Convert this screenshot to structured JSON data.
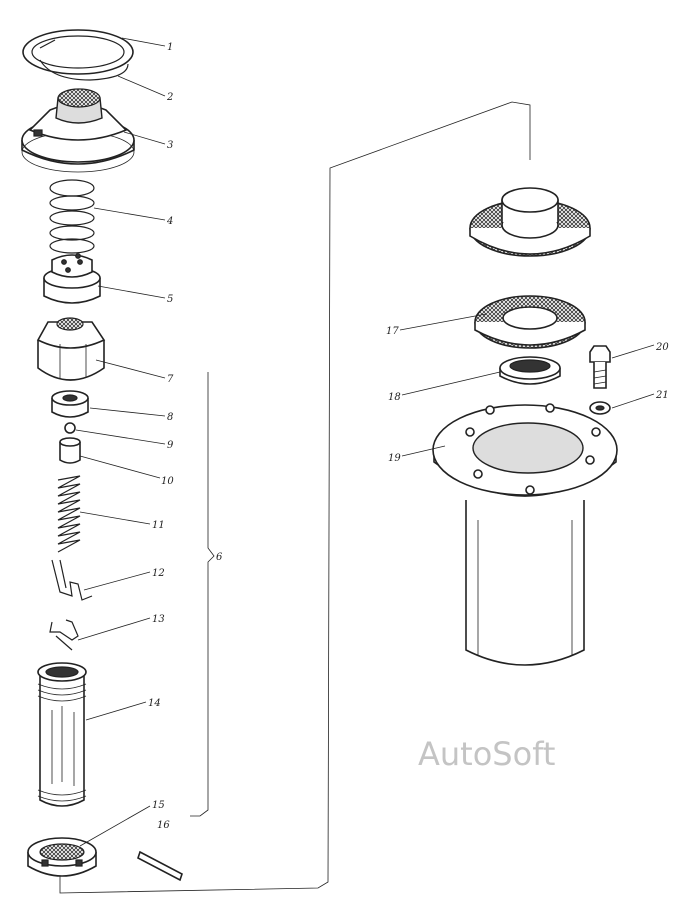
{
  "callouts": [
    "1",
    "2",
    "3",
    "4",
    "5",
    "7",
    "8",
    "9",
    "10",
    "11",
    "12",
    "13",
    "14",
    "15",
    "16",
    "17",
    "18",
    "19",
    "20",
    "21",
    "6"
  ],
  "watermark": "AutoSoft",
  "colors": {
    "line": "#222222",
    "watermark": "#c4c4c4",
    "background": "#ffffff"
  }
}
